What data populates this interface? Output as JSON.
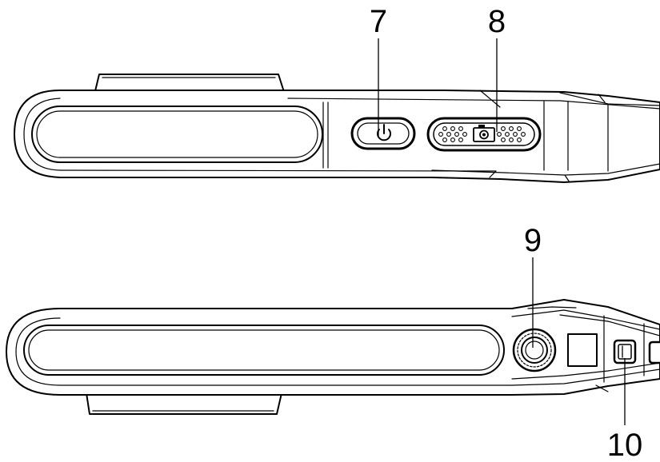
{
  "callouts": {
    "c7": "7",
    "c8": "8",
    "c9": "9",
    "c10": "10"
  },
  "parts": {
    "top_view": [
      "power-button",
      "capture-button"
    ],
    "bottom_view": [
      "tripod-mount",
      "lanyard-hole"
    ]
  },
  "colors": {
    "line": "#000000",
    "fill": "#ffffff"
  }
}
